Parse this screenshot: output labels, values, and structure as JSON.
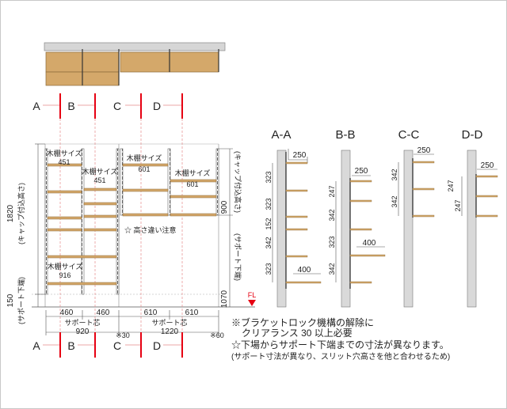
{
  "sections": {
    "markers": [
      "A",
      "B",
      "C",
      "D"
    ],
    "titles": [
      "A-A",
      "B-B",
      "C-C",
      "D-D"
    ]
  },
  "shelf_labels": {
    "s1_name": "木棚サイズ",
    "s1_size": "451",
    "s2_name": "木棚サイズ",
    "s2_size": "451",
    "s3_name": "木棚サイズ",
    "s3_size": "601",
    "s4_name": "木棚サイズ",
    "s4_size": "601",
    "s5_name": "木棚サイズ",
    "s5_size": "916"
  },
  "height_note": "☆ 高さ違い注意",
  "left_dims": {
    "total": "1820",
    "total_note": "(キャップ付込高さ)",
    "base": "150",
    "base_note": "(サポート下端)"
  },
  "right_dims": {
    "top": "900",
    "top_note": "(キャップ付込高さ)",
    "mid_note": "(サポート下端)",
    "bottom": "1070"
  },
  "fl_label": "FL",
  "bottom_dims": {
    "d1": "460",
    "d2": "460",
    "d3": "610",
    "d4": "610",
    "support_left": "サポート芯",
    "support_right": "サポート芯",
    "w_left": "920",
    "w_right": "1220",
    "offset_30": "※30",
    "offset_60": "※60"
  },
  "sec_aa": {
    "shelves": [
      "250",
      "400"
    ],
    "heights": [
      "323",
      "323",
      "152",
      "342",
      "323"
    ]
  },
  "sec_bb": {
    "shelves": [
      "250",
      "400"
    ],
    "heights": [
      "247",
      "342",
      "323",
      "342"
    ]
  },
  "sec_cc": {
    "shelves": [
      "250"
    ],
    "heights": [
      "342",
      "342"
    ]
  },
  "sec_dd": {
    "shelves": [
      "250"
    ],
    "heights": [
      "247",
      "247"
    ]
  },
  "notes": {
    "line1": "※ブラケットロック機構の解除に",
    "line2": "クリアランス 30 以上必要",
    "line3": "☆下場からサポート下端までの寸法が異なります。",
    "line4": "(サポート寸法が異なり、スリット穴高さを他と合わせるため)"
  },
  "colors": {
    "wood": "#d4a86a",
    "wood_edge": "#8a6a3a",
    "red": "#e60012",
    "pink": "#e58a8a",
    "post": "#d9d9d9",
    "dim": "#555555"
  }
}
